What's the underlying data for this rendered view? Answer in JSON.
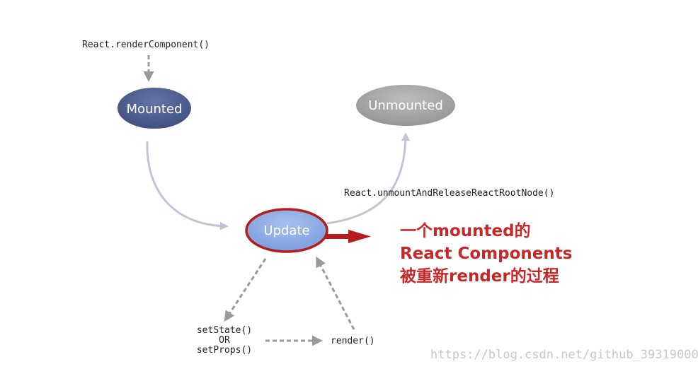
{
  "labels": {
    "render_component": "React.renderComponent()",
    "unmount_release": "React.unmountAndReleaseReactRootNode()",
    "set_state": "setState()",
    "or": "OR",
    "set_props": "setProps()",
    "render": "render()"
  },
  "nodes": {
    "mounted": "Mounted",
    "unmounted": "Unmounted",
    "update": "Update"
  },
  "annotation": {
    "line1": "一个mounted的",
    "line2": "React Components",
    "line3": "被重新render的过程"
  },
  "watermark": "https://blog.csdn.net/github_39319000",
  "colors": {
    "mounted": "#4a5a8c",
    "unmounted": "#a6a6a6",
    "update_fill": "#8aaae4",
    "update_border": "#b71c1c",
    "annotation": "#c62828",
    "solid_arrow": "#c3c3d8",
    "dashed_arrow": "#9a9a9a"
  }
}
